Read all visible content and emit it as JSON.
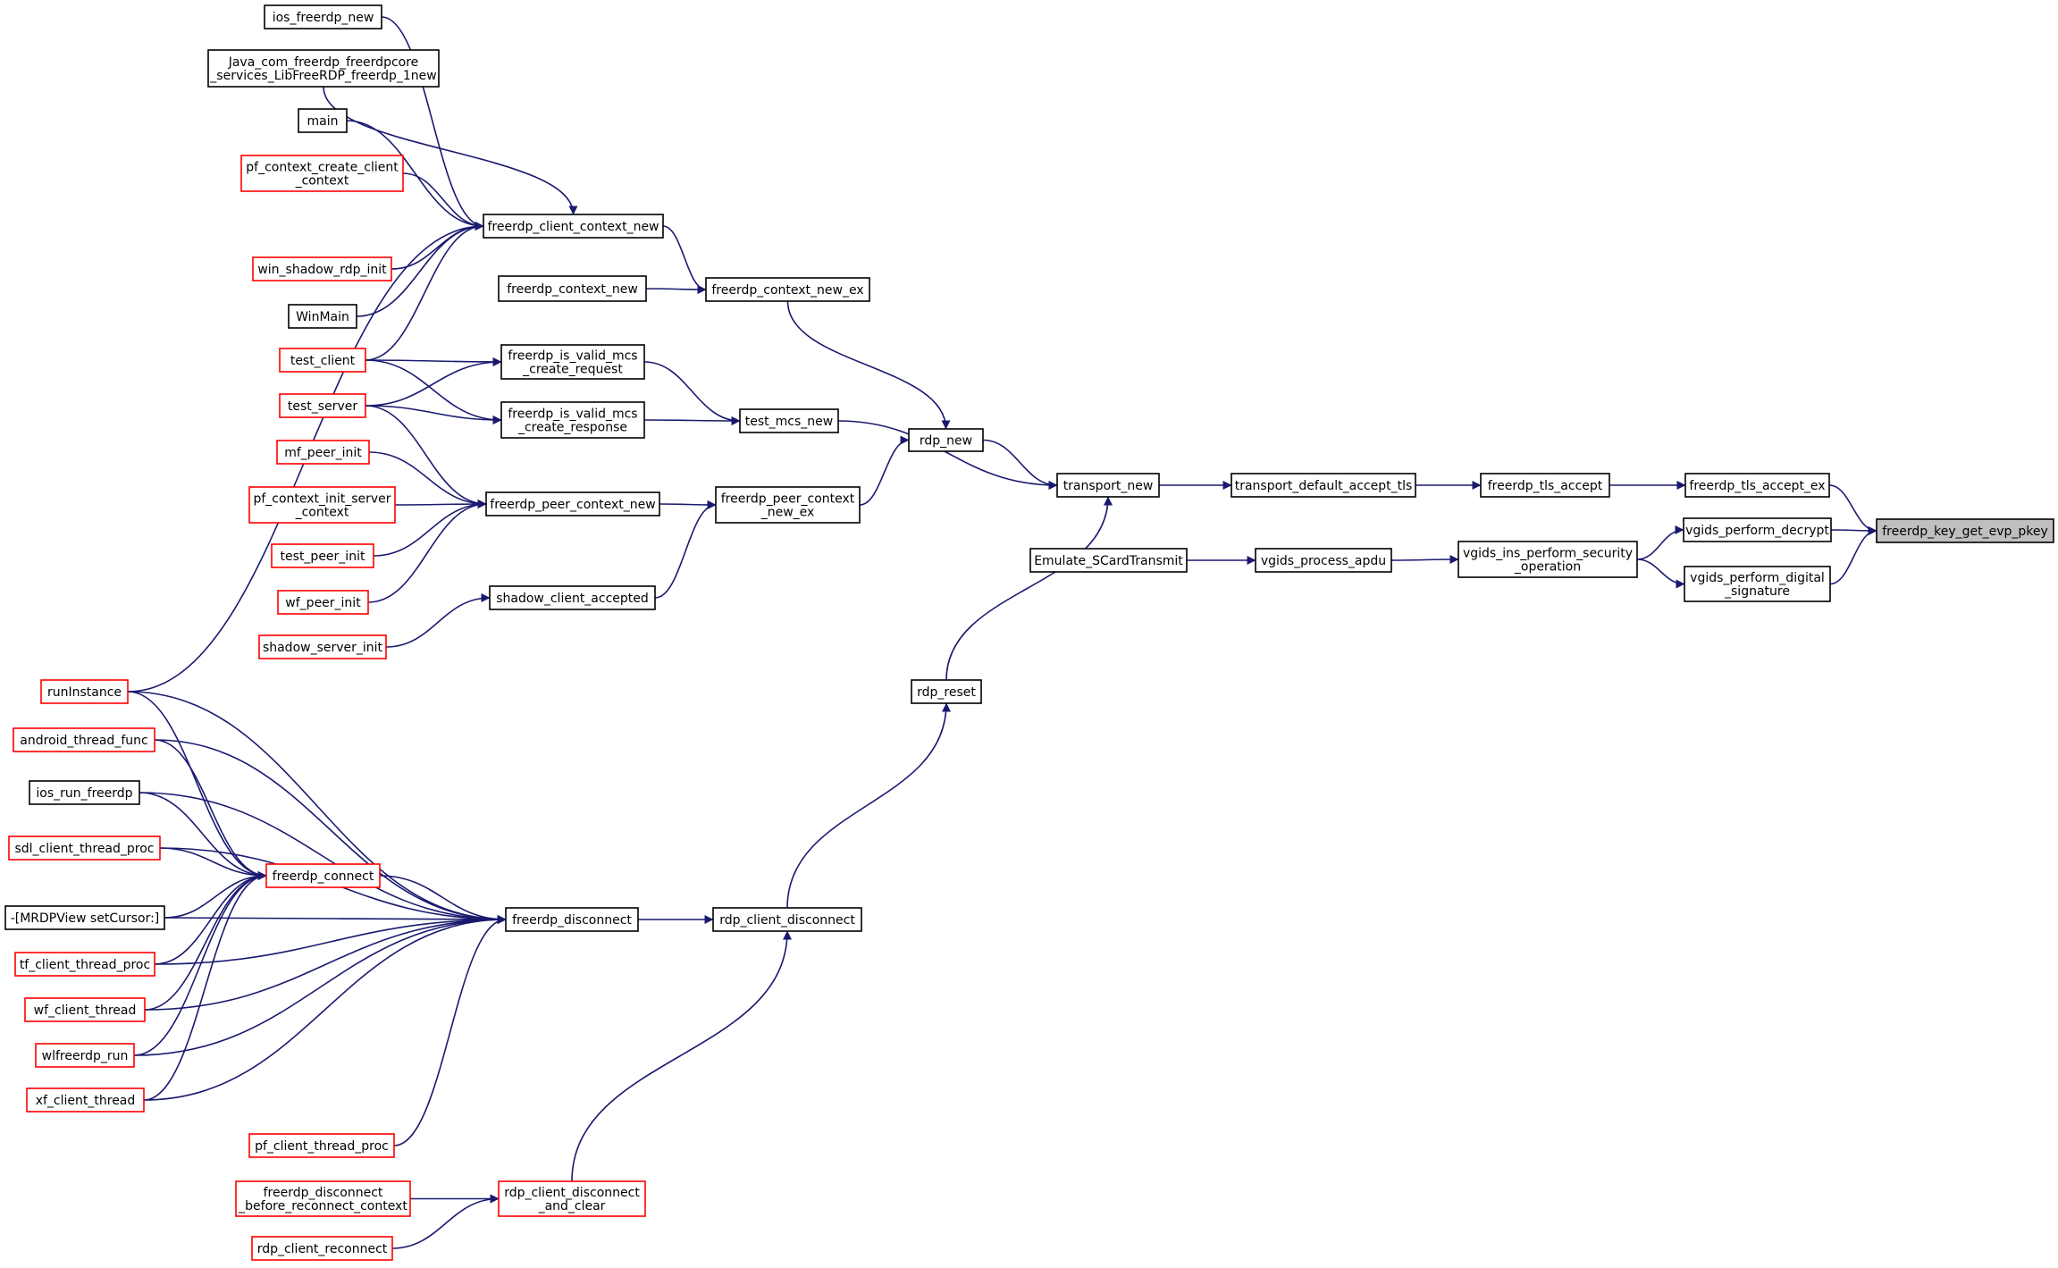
{
  "colors": {
    "edge": "#191970",
    "border_default": "#000000",
    "border_truncated": "#ff0000",
    "root_fill": "#bfbfbf"
  },
  "nodes": [
    {
      "id": "ios_freerdp_new",
      "lines": [
        "ios_freerdp_new"
      ],
      "border": "black"
    },
    {
      "id": "java_freerdp_new",
      "lines": [
        "Java_com_freerdp_freerdpcore",
        "_services_LibFreeRDP_freerdp_1new"
      ],
      "border": "black"
    },
    {
      "id": "main",
      "lines": [
        "main"
      ],
      "border": "black"
    },
    {
      "id": "pf_context_create_client_context",
      "lines": [
        "pf_context_create_client",
        "_context"
      ],
      "border": "red"
    },
    {
      "id": "freerdp_client_context_new",
      "lines": [
        "freerdp_client_context_new"
      ],
      "border": "black"
    },
    {
      "id": "win_shadow_rdp_init",
      "lines": [
        "win_shadow_rdp_init"
      ],
      "border": "red"
    },
    {
      "id": "freerdp_context_new",
      "lines": [
        "freerdp_context_new"
      ],
      "border": "black"
    },
    {
      "id": "freerdp_context_new_ex",
      "lines": [
        "freerdp_context_new_ex"
      ],
      "border": "black"
    },
    {
      "id": "winmain",
      "lines": [
        "WinMain"
      ],
      "border": "black"
    },
    {
      "id": "test_client",
      "lines": [
        "test_client"
      ],
      "border": "red"
    },
    {
      "id": "is_valid_mcs_create_request",
      "lines": [
        "freerdp_is_valid_mcs",
        "_create_request"
      ],
      "border": "black"
    },
    {
      "id": "test_server",
      "lines": [
        "test_server"
      ],
      "border": "red"
    },
    {
      "id": "is_valid_mcs_create_response",
      "lines": [
        "freerdp_is_valid_mcs",
        "_create_response"
      ],
      "border": "black"
    },
    {
      "id": "test_mcs_new",
      "lines": [
        "test_mcs_new"
      ],
      "border": "black"
    },
    {
      "id": "rdp_new",
      "lines": [
        "rdp_new"
      ],
      "border": "black"
    },
    {
      "id": "mf_peer_init",
      "lines": [
        "mf_peer_init"
      ],
      "border": "red"
    },
    {
      "id": "pf_context_init_server_context",
      "lines": [
        "pf_context_init_server",
        "_context"
      ],
      "border": "red"
    },
    {
      "id": "freerdp_peer_context_new",
      "lines": [
        "freerdp_peer_context_new"
      ],
      "border": "black"
    },
    {
      "id": "freerdp_peer_context_new_ex",
      "lines": [
        "freerdp_peer_context",
        "_new_ex"
      ],
      "border": "black"
    },
    {
      "id": "transport_new",
      "lines": [
        "transport_new"
      ],
      "border": "black"
    },
    {
      "id": "transport_default_accept_tls",
      "lines": [
        "transport_default_accept_tls"
      ],
      "border": "black"
    },
    {
      "id": "freerdp_tls_accept",
      "lines": [
        "freerdp_tls_accept"
      ],
      "border": "black"
    },
    {
      "id": "freerdp_tls_accept_ex",
      "lines": [
        "freerdp_tls_accept_ex"
      ],
      "border": "black"
    },
    {
      "id": "freerdp_key_get_evp_pkey",
      "lines": [
        "freerdp_key_get_evp_pkey"
      ],
      "border": "black",
      "root": true
    },
    {
      "id": "vgids_perform_decrypt",
      "lines": [
        "vgids_perform_decrypt"
      ],
      "border": "black"
    },
    {
      "id": "test_peer_init",
      "lines": [
        "test_peer_init"
      ],
      "border": "red"
    },
    {
      "id": "emulate_scardtransmit",
      "lines": [
        "Emulate_SCardTransmit"
      ],
      "border": "black"
    },
    {
      "id": "vgids_process_apdu",
      "lines": [
        "vgids_process_apdu"
      ],
      "border": "black"
    },
    {
      "id": "vgids_ins_perform_security_operation",
      "lines": [
        "vgids_ins_perform_security",
        "_operation"
      ],
      "border": "black"
    },
    {
      "id": "vgids_perform_digital_signature",
      "lines": [
        "vgids_perform_digital",
        "_signature"
      ],
      "border": "black"
    },
    {
      "id": "wf_peer_init",
      "lines": [
        "wf_peer_init"
      ],
      "border": "red"
    },
    {
      "id": "shadow_client_accepted",
      "lines": [
        "shadow_client_accepted"
      ],
      "border": "black"
    },
    {
      "id": "shadow_server_init",
      "lines": [
        "shadow_server_init"
      ],
      "border": "red"
    },
    {
      "id": "runinstance",
      "lines": [
        "runInstance"
      ],
      "border": "red"
    },
    {
      "id": "rdp_reset",
      "lines": [
        "rdp_reset"
      ],
      "border": "black"
    },
    {
      "id": "android_thread_func",
      "lines": [
        "android_thread_func"
      ],
      "border": "red"
    },
    {
      "id": "ios_run_freerdp",
      "lines": [
        "ios_run_freerdp"
      ],
      "border": "black"
    },
    {
      "id": "sdl_client_thread_proc",
      "lines": [
        "sdl_client_thread_proc"
      ],
      "border": "red"
    },
    {
      "id": "freerdp_connect",
      "lines": [
        "freerdp_connect"
      ],
      "border": "red"
    },
    {
      "id": "mrdpview_setcursor",
      "lines": [
        "-[MRDPView setCursor:]"
      ],
      "border": "black"
    },
    {
      "id": "freerdp_disconnect",
      "lines": [
        "freerdp_disconnect"
      ],
      "border": "black"
    },
    {
      "id": "rdp_client_disconnect",
      "lines": [
        "rdp_client_disconnect"
      ],
      "border": "black"
    },
    {
      "id": "tf_client_thread_proc",
      "lines": [
        "tf_client_thread_proc"
      ],
      "border": "red"
    },
    {
      "id": "wf_client_thread",
      "lines": [
        "wf_client_thread"
      ],
      "border": "red"
    },
    {
      "id": "wlfreerdp_run",
      "lines": [
        "wlfreerdp_run"
      ],
      "border": "red"
    },
    {
      "id": "xf_client_thread",
      "lines": [
        "xf_client_thread"
      ],
      "border": "red"
    },
    {
      "id": "pf_client_thread_proc",
      "lines": [
        "pf_client_thread_proc"
      ],
      "border": "red"
    },
    {
      "id": "freerdp_disconnect_before_reconnect_context",
      "lines": [
        "freerdp_disconnect",
        "_before_reconnect_context"
      ],
      "border": "red"
    },
    {
      "id": "rdp_client_disconnect_and_clear",
      "lines": [
        "rdp_client_disconnect",
        "_and_clear"
      ],
      "border": "red"
    },
    {
      "id": "rdp_client_reconnect",
      "lines": [
        "rdp_client_reconnect"
      ],
      "border": "red"
    }
  ],
  "edges": [
    {
      "from": "freerdp_tls_accept_ex",
      "to": "freerdp_key_get_evp_pkey"
    },
    {
      "from": "vgids_perform_decrypt",
      "to": "freerdp_key_get_evp_pkey"
    },
    {
      "from": "vgids_perform_digital_signature",
      "to": "freerdp_key_get_evp_pkey"
    },
    {
      "from": "freerdp_tls_accept",
      "to": "freerdp_tls_accept_ex"
    },
    {
      "from": "transport_default_accept_tls",
      "to": "freerdp_tls_accept"
    },
    {
      "from": "transport_new",
      "to": "transport_default_accept_tls"
    },
    {
      "from": "vgids_ins_perform_security_operation",
      "to": "vgids_perform_decrypt"
    },
    {
      "from": "vgids_ins_perform_security_operation",
      "to": "vgids_perform_digital_signature"
    },
    {
      "from": "vgids_process_apdu",
      "to": "vgids_ins_perform_security_operation"
    },
    {
      "from": "emulate_scardtransmit",
      "to": "vgids_process_apdu"
    },
    {
      "from": "rdp_new",
      "to": "transport_new"
    },
    {
      "from": "test_mcs_new",
      "to": "transport_new"
    },
    {
      "from": "rdp_reset",
      "to": "transport_new"
    },
    {
      "from": "freerdp_context_new_ex",
      "to": "rdp_new"
    },
    {
      "from": "freerdp_peer_context_new_ex",
      "to": "rdp_new"
    },
    {
      "from": "freerdp_client_context_new",
      "to": "freerdp_context_new_ex"
    },
    {
      "from": "freerdp_context_new",
      "to": "freerdp_context_new_ex"
    },
    {
      "from": "ios_freerdp_new",
      "to": "freerdp_client_context_new"
    },
    {
      "from": "java_freerdp_new",
      "to": "freerdp_client_context_new"
    },
    {
      "from": "main",
      "to": "freerdp_client_context_new"
    },
    {
      "from": "pf_context_create_client_context",
      "to": "freerdp_client_context_new"
    },
    {
      "from": "runinstance",
      "to": "freerdp_client_context_new"
    },
    {
      "from": "win_shadow_rdp_init",
      "to": "freerdp_client_context_new"
    },
    {
      "from": "winmain",
      "to": "freerdp_client_context_new"
    },
    {
      "from": "test_client",
      "to": "freerdp_client_context_new"
    },
    {
      "from": "is_valid_mcs_create_request",
      "to": "test_mcs_new"
    },
    {
      "from": "is_valid_mcs_create_response",
      "to": "test_mcs_new"
    },
    {
      "from": "test_client",
      "to": "is_valid_mcs_create_request"
    },
    {
      "from": "test_server",
      "to": "is_valid_mcs_create_request"
    },
    {
      "from": "test_client",
      "to": "is_valid_mcs_create_response"
    },
    {
      "from": "test_server",
      "to": "is_valid_mcs_create_response"
    },
    {
      "from": "freerdp_peer_context_new",
      "to": "freerdp_peer_context_new_ex"
    },
    {
      "from": "shadow_client_accepted",
      "to": "freerdp_peer_context_new_ex"
    },
    {
      "from": "test_server",
      "to": "freerdp_peer_context_new"
    },
    {
      "from": "mf_peer_init",
      "to": "freerdp_peer_context_new"
    },
    {
      "from": "pf_context_init_server_context",
      "to": "freerdp_peer_context_new"
    },
    {
      "from": "test_peer_init",
      "to": "freerdp_peer_context_new"
    },
    {
      "from": "wf_peer_init",
      "to": "freerdp_peer_context_new"
    },
    {
      "from": "shadow_server_init",
      "to": "shadow_client_accepted"
    },
    {
      "from": "rdp_client_disconnect",
      "to": "rdp_reset"
    },
    {
      "from": "freerdp_disconnect",
      "to": "rdp_client_disconnect"
    },
    {
      "from": "rdp_client_disconnect_and_clear",
      "to": "rdp_client_disconnect"
    },
    {
      "from": "freerdp_disconnect_before_reconnect_context",
      "to": "rdp_client_disconnect_and_clear"
    },
    {
      "from": "rdp_client_reconnect",
      "to": "rdp_client_disconnect_and_clear"
    },
    {
      "from": "freerdp_connect",
      "to": "freerdp_disconnect"
    },
    {
      "from": "runinstance",
      "to": "freerdp_disconnect"
    },
    {
      "from": "android_thread_func",
      "to": "freerdp_disconnect"
    },
    {
      "from": "ios_run_freerdp",
      "to": "freerdp_disconnect"
    },
    {
      "from": "sdl_client_thread_proc",
      "to": "freerdp_disconnect"
    },
    {
      "from": "mrdpview_setcursor",
      "to": "freerdp_disconnect"
    },
    {
      "from": "tf_client_thread_proc",
      "to": "freerdp_disconnect"
    },
    {
      "from": "wf_client_thread",
      "to": "freerdp_disconnect"
    },
    {
      "from": "wlfreerdp_run",
      "to": "freerdp_disconnect"
    },
    {
      "from": "xf_client_thread",
      "to": "freerdp_disconnect"
    },
    {
      "from": "pf_client_thread_proc",
      "to": "freerdp_disconnect"
    },
    {
      "from": "runinstance",
      "to": "freerdp_connect"
    },
    {
      "from": "android_thread_func",
      "to": "freerdp_connect"
    },
    {
      "from": "ios_run_freerdp",
      "to": "freerdp_connect"
    },
    {
      "from": "sdl_client_thread_proc",
      "to": "freerdp_connect"
    },
    {
      "from": "mrdpview_setcursor",
      "to": "freerdp_connect"
    },
    {
      "from": "tf_client_thread_proc",
      "to": "freerdp_connect"
    },
    {
      "from": "wf_client_thread",
      "to": "freerdp_connect"
    },
    {
      "from": "wlfreerdp_run",
      "to": "freerdp_connect"
    },
    {
      "from": "xf_client_thread",
      "to": "freerdp_connect"
    }
  ]
}
